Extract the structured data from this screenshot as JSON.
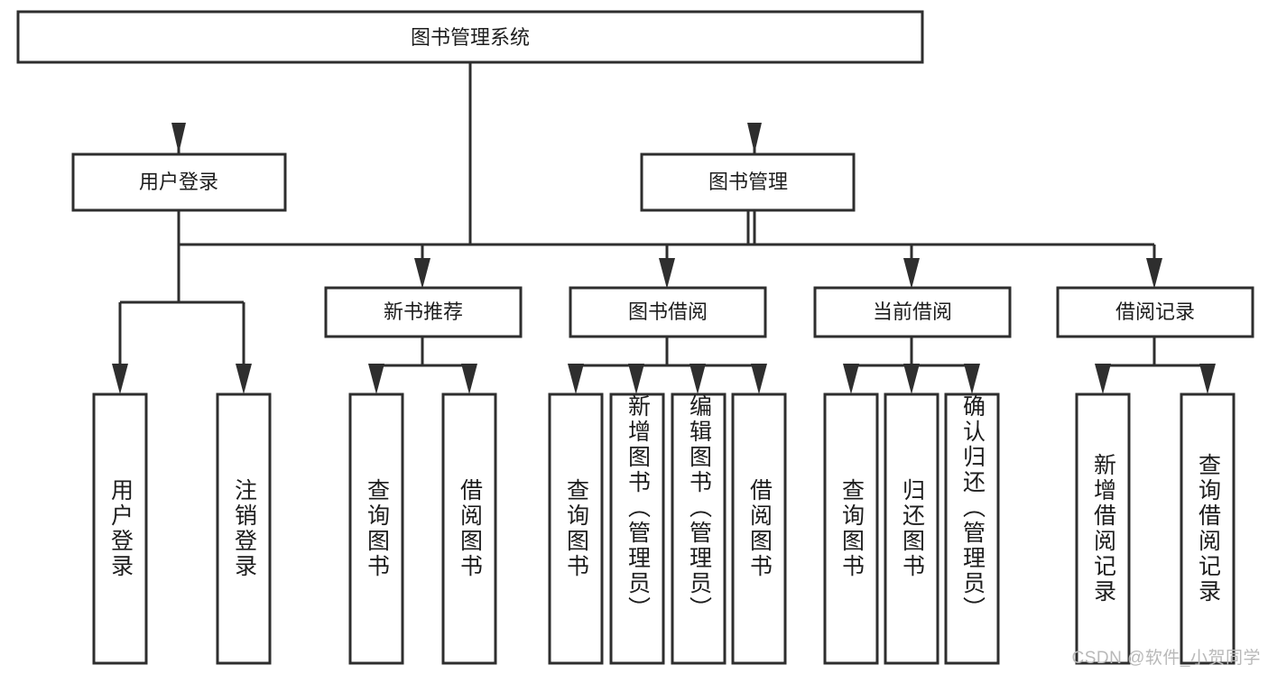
{
  "diagram": {
    "title": "图书管理系统",
    "type": "hierarchy-tree",
    "watermark": "CSDN @软件_小贺同学",
    "colors": {
      "stroke": "#2e2e2e",
      "fill": "#ffffff",
      "text": "#1d1d1d",
      "watermark": "#b9b9b9",
      "background": "#ffffff"
    },
    "levels": {
      "level1_label": "图书管理系统",
      "level2": [
        {
          "id": "user-login",
          "label": "用户登录"
        },
        {
          "id": "book-management",
          "label": "图书管理"
        }
      ],
      "level3": [
        {
          "id": "new-book-recommend",
          "label": "新书推荐"
        },
        {
          "id": "book-borrow",
          "label": "图书借阅"
        },
        {
          "id": "current-borrow",
          "label": "当前借阅"
        },
        {
          "id": "borrow-record",
          "label": "借阅记录"
        }
      ],
      "leaves": [
        {
          "id": "leaf-user-login",
          "label": "用户登录",
          "parent": "user-login"
        },
        {
          "id": "leaf-logout-login",
          "label": "注销登录",
          "parent": "user-login"
        },
        {
          "id": "leaf-query-book-1",
          "label": "查询图书",
          "parent": "new-book-recommend"
        },
        {
          "id": "leaf-borrow-book-1",
          "label": "借阅图书",
          "parent": "new-book-recommend"
        },
        {
          "id": "leaf-query-book-2",
          "label": "查询图书",
          "parent": "book-borrow"
        },
        {
          "id": "leaf-add-book",
          "label": "新增图书（管理员）",
          "parent": "book-borrow"
        },
        {
          "id": "leaf-edit-book",
          "label": "编辑图书（管理员）",
          "parent": "book-borrow"
        },
        {
          "id": "leaf-borrow-book-2",
          "label": "借阅图书",
          "parent": "book-borrow"
        },
        {
          "id": "leaf-query-book-3",
          "label": "查询图书",
          "parent": "current-borrow"
        },
        {
          "id": "leaf-return-book",
          "label": "归还图书",
          "parent": "current-borrow"
        },
        {
          "id": "leaf-confirm-return",
          "label": "确认归还（管理员）",
          "parent": "current-borrow"
        },
        {
          "id": "leaf-add-record",
          "label": "新增借阅记录",
          "parent": "borrow-record"
        },
        {
          "id": "leaf-query-record",
          "label": "查询借阅记录",
          "parent": "borrow-record"
        }
      ]
    }
  }
}
